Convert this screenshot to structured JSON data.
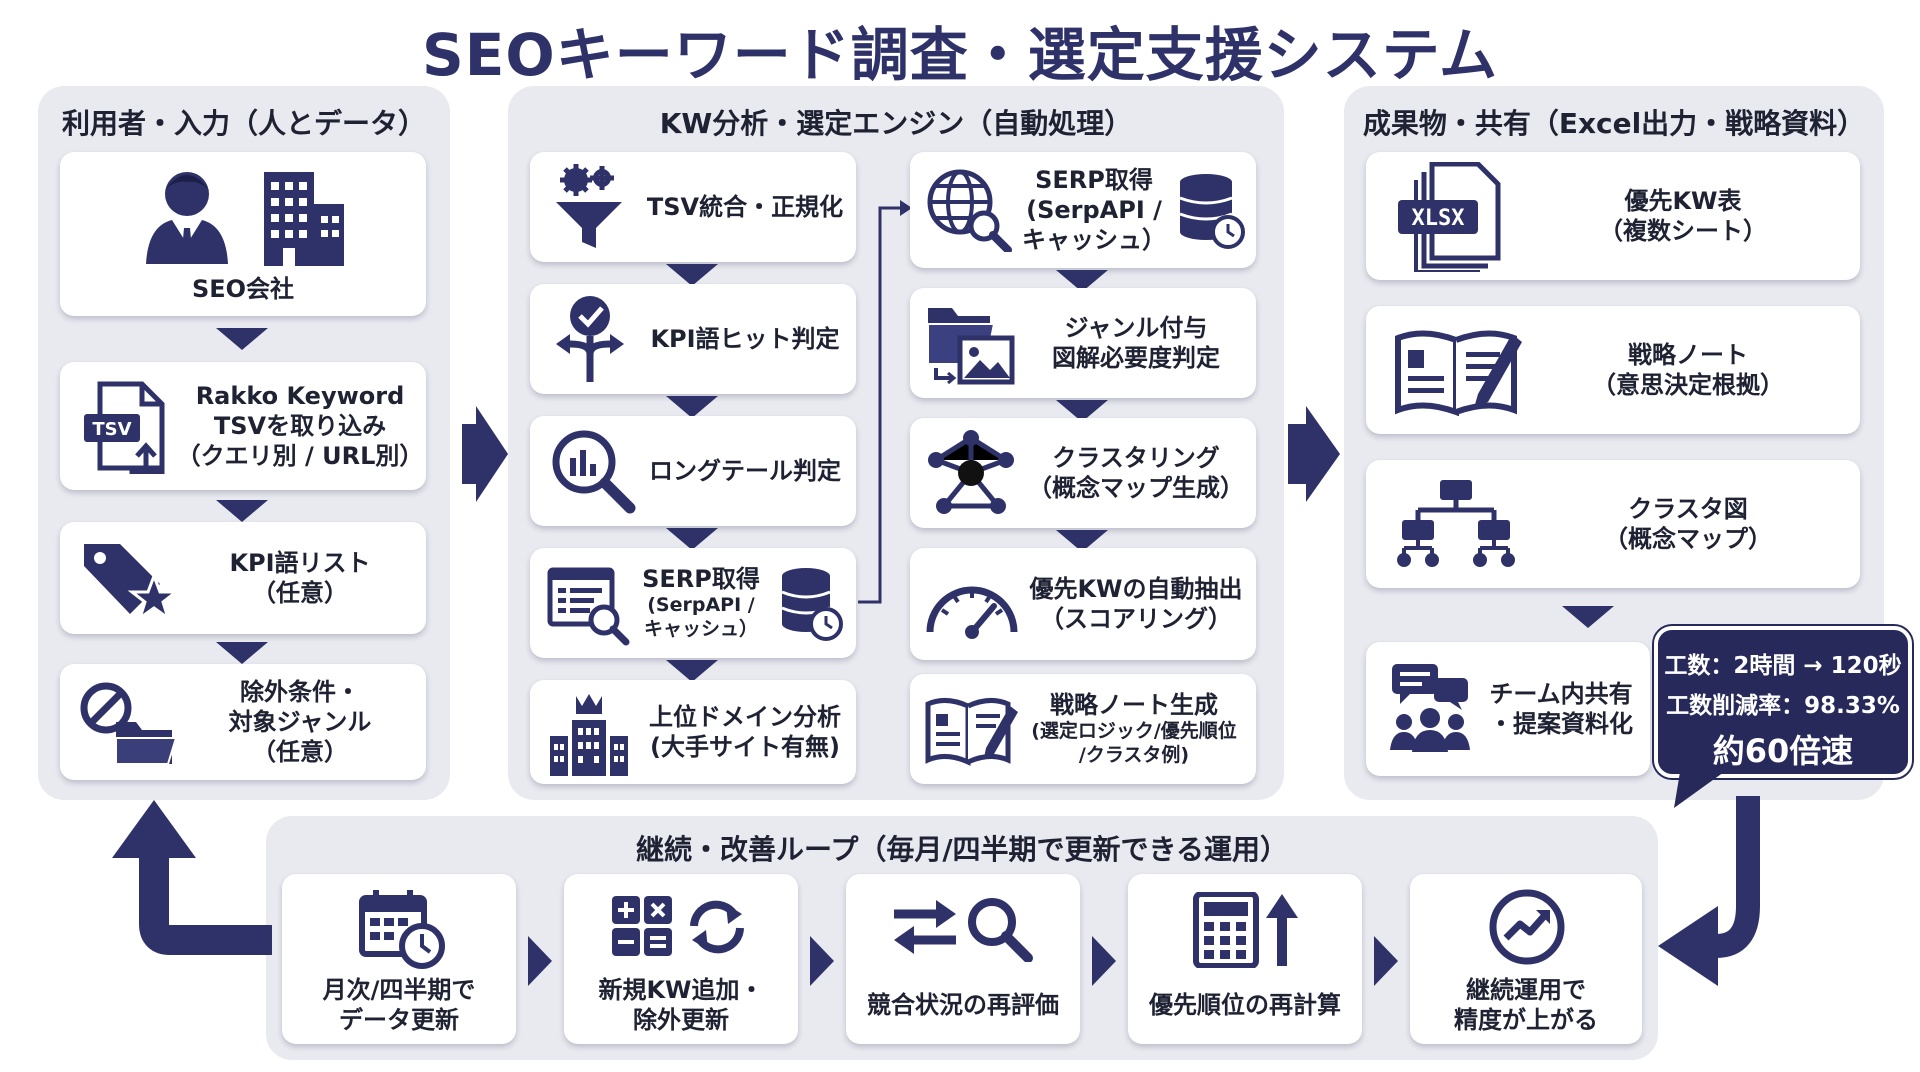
{
  "title": "SEOキーワード調査・選定支援システム",
  "input_panel": {
    "title": "利用者・入力（人とデータ）",
    "seo_company": "SEO会社",
    "rakko_lines": [
      "Rakko Keyword",
      "TSVを取り込み",
      "（クエリ別 / URL別）"
    ],
    "tsv_badge": "TSV",
    "kpi_lines": [
      "KPI語リスト",
      "（任意）"
    ],
    "exclude_lines": [
      "除外条件・",
      "対象ジャンル",
      "（任意）"
    ]
  },
  "engine_panel": {
    "title": "KW分析・選定エンジン（自動処理）",
    "left": [
      {
        "lines": [
          "TSV統合・正規化"
        ]
      },
      {
        "lines": [
          "KPI語ヒット判定"
        ]
      },
      {
        "lines": [
          "ロングテール判定"
        ]
      },
      {
        "lines": [
          "SERP取得",
          "(SerpAPI /",
          "キャッシュ）"
        ]
      },
      {
        "lines": [
          "上位ドメイン分析",
          "(大手サイト有無)"
        ]
      }
    ],
    "right": [
      {
        "lines": [
          "SERP取得",
          "(SerpAPI /",
          "キャッシュ）"
        ]
      },
      {
        "lines": [
          "ジャンル付与",
          "図解必要度判定"
        ]
      },
      {
        "lines": [
          "クラスタリング",
          "（概念マップ生成）"
        ]
      },
      {
        "lines": [
          "優先KWの自動抽出",
          "（スコアリング）"
        ]
      },
      {
        "lines": [
          "戦略ノート生成",
          "(選定ロジック/優先順位",
          "/クラスタ例)"
        ]
      }
    ]
  },
  "output_panel": {
    "title": "成果物・共有（Excel出力・戦略資料）",
    "xlsx_badge": "XLSX",
    "priority_lines": [
      "優先KW表",
      "（複数シート）"
    ],
    "note_lines": [
      "戦略ノート",
      "（意思決定根拠）"
    ],
    "cluster_lines": [
      "クラスタ図",
      "（概念マップ）"
    ],
    "team_lines": [
      "チーム内共有",
      "・提案資料化"
    ]
  },
  "callout": {
    "line1": "工数：2時間 → 120秒",
    "line2": "工数削減率：98.33%",
    "line3": "約60倍速"
  },
  "loop_panel": {
    "title": "継続・改善ループ（毎月/四半期で更新できる運用）",
    "steps": [
      {
        "lines": [
          "月次/四半期で",
          "データ更新"
        ]
      },
      {
        "lines": [
          "新規KW追加・",
          "除外更新"
        ]
      },
      {
        "lines": [
          "競合状況の再評価"
        ]
      },
      {
        "lines": [
          "優先順位の再計算"
        ]
      },
      {
        "lines": [
          "継続運用で",
          "精度が上がる"
        ]
      }
    ]
  },
  "colors": {
    "navy": "#2e3268",
    "panel": "#e9eaf0",
    "card": "#ffffff"
  }
}
